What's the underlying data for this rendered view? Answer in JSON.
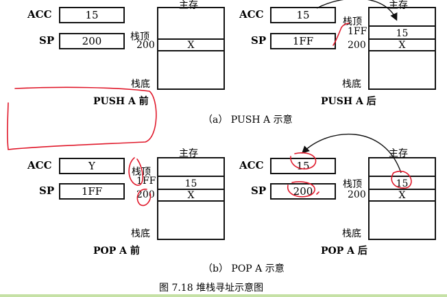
{
  "push_before": {
    "acc_label": "ACC",
    "acc_value": "15",
    "sp_label": "SP",
    "sp_value": "200",
    "mem_title": "主存",
    "top_label": "栈顶",
    "addr_top": "200",
    "cell_value": "X",
    "bottom_label": "栈底",
    "caption": "PUSH A 前"
  },
  "push_after": {
    "acc_label": "ACC",
    "acc_value": "15",
    "sp_label": "SP",
    "sp_value": "1FF",
    "mem_title": "主存",
    "top_label": "栈顶",
    "addr_1": "1FF",
    "addr_2": "200",
    "cell_1": "15",
    "cell_2": "X",
    "bottom_label": "栈底",
    "caption": "PUSH A 后"
  },
  "push_caption": "（a） PUSH A 示意",
  "pop_before": {
    "acc_label": "ACC",
    "acc_value": "Y",
    "sp_label": "SP",
    "sp_value": "1FF",
    "mem_title": "主存",
    "top_label": "栈顶",
    "addr_1": "1FF",
    "addr_2": "200",
    "cell_1": "15",
    "cell_2": "X",
    "bottom_label": "栈底",
    "caption": "POP A 前"
  },
  "pop_after": {
    "acc_label": "ACC",
    "acc_value": "15",
    "sp_label": "SP",
    "sp_value": "200",
    "mem_title": "主存",
    "top_label": "栈顶",
    "addr_top": "200",
    "cell_1": "15",
    "cell_2": "X",
    "bottom_label": "栈底",
    "caption": "POP A 后"
  },
  "pop_caption": "（b） POP A 示意",
  "figure_caption": "图 7.18   堆栈寻址示意图",
  "colors": {
    "annotation": "#e0182a",
    "bottom_bar": "#c5e1a5"
  }
}
